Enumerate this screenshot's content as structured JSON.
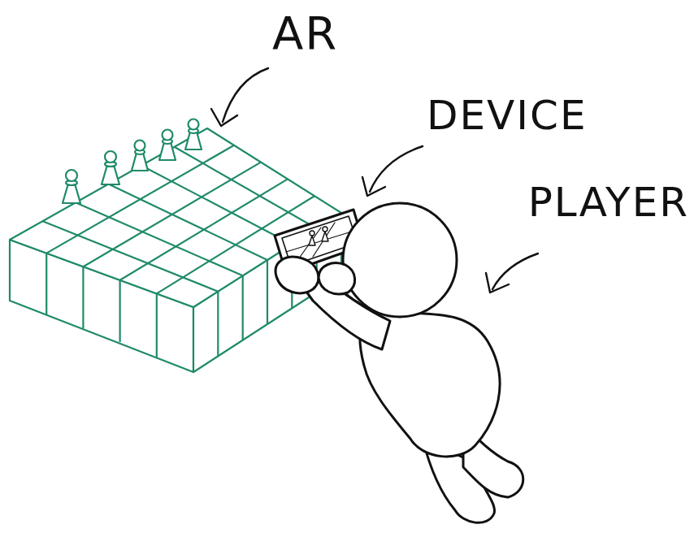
{
  "diagram": {
    "labels": [
      "AR",
      "DEVICE",
      "PLAYER"
    ]
  }
}
